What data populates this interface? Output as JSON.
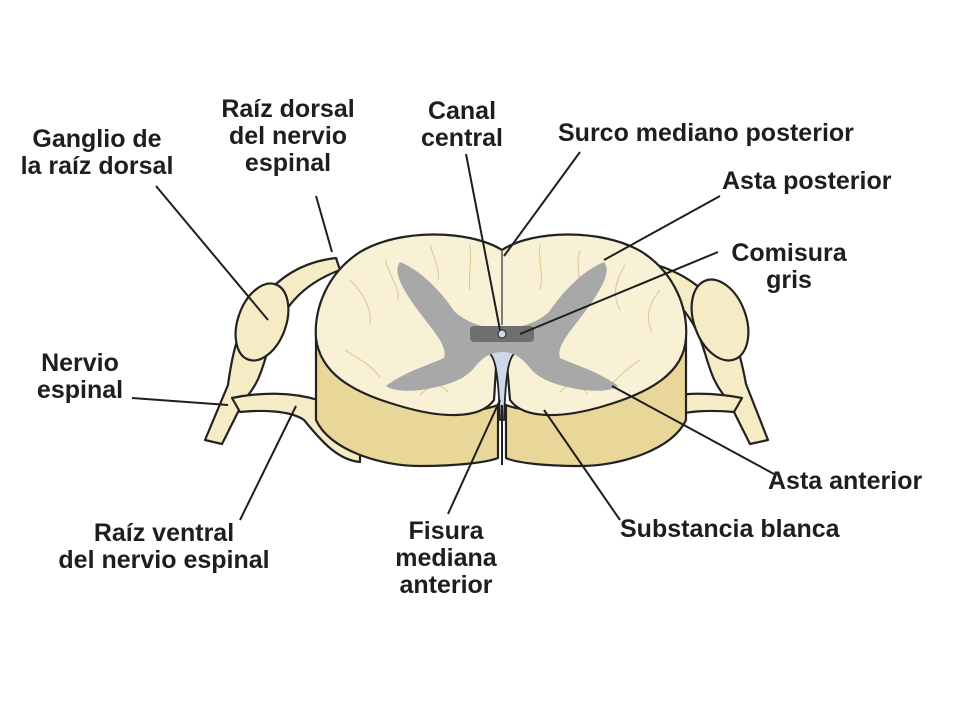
{
  "colors": {
    "white_matter": "#f8f1d6",
    "cut_face": "#f5ecc6",
    "side_shading": "#e9d79a",
    "gray_matter": "#a8a8a8",
    "outline": "#222222",
    "label_text": "#1e1e1e"
  },
  "labels": {
    "ganglio": [
      "Ganglio de",
      "la raíz dorsal"
    ],
    "raiz_dorsal": [
      "Raíz dorsal",
      "del nervio",
      "espinal"
    ],
    "canal_central": [
      "Canal",
      "central"
    ],
    "surco": [
      "Surco mediano posterior"
    ],
    "asta_posterior": [
      "Asta posterior"
    ],
    "comisura": [
      "Comisura",
      "gris"
    ],
    "nervio_espinal": [
      "Nervio",
      "espinal"
    ],
    "raiz_ventral": [
      "Raíz ventral",
      "del nervio espinal"
    ],
    "fisura": [
      "Fisura",
      "mediana",
      "anterior"
    ],
    "substancia": [
      "Substancia blanca"
    ],
    "asta_anterior": [
      "Asta anterior"
    ]
  }
}
